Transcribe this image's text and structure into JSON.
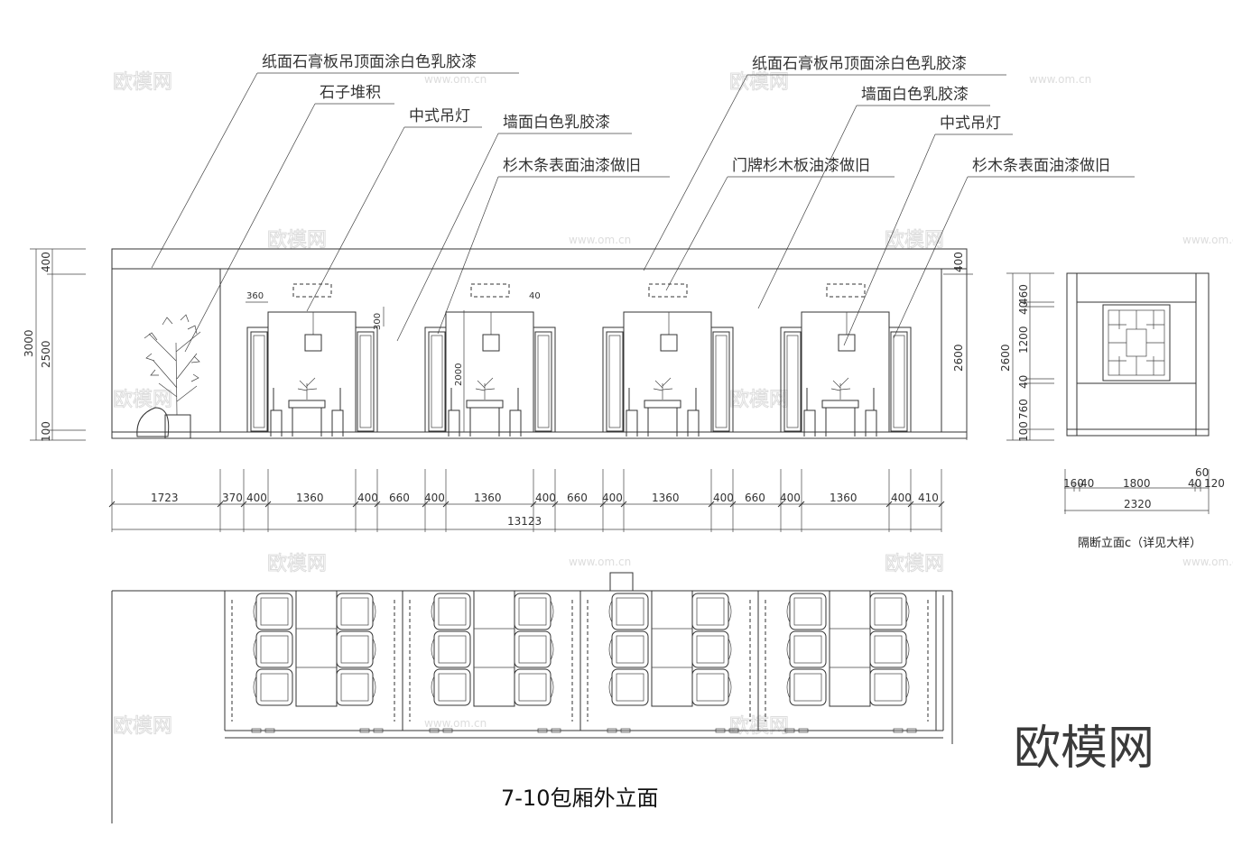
{
  "labels_left": [
    "纸面石膏板吊顶面涂白色乳胶漆",
    "石子堆积",
    "中式吊灯",
    "墙面白色乳胶漆",
    "杉木条表面油漆做旧"
  ],
  "labels_right": [
    "纸面石膏板吊顶面涂白色乳胶漆",
    "墙面白色乳胶漆",
    "中式吊灯",
    "门牌杉木板油漆做旧",
    "杉木条表面油漆做旧"
  ],
  "left_vertical_dims": {
    "overall": "3000",
    "parts": [
      "400",
      "2500",
      "100"
    ]
  },
  "right_vertical_dim": {
    "top": "400",
    "main": "2600"
  },
  "inner_dims": {
    "w360": "360",
    "h300": "300",
    "w40": "40",
    "h2000": "2000"
  },
  "bottom_dims": [
    "1723",
    "370",
    "400",
    "1360",
    "400",
    "660",
    "400",
    "1360",
    "400",
    "660",
    "400",
    "1360",
    "400",
    "660",
    "400",
    "1360",
    "400",
    "410"
  ],
  "bottom_total": "13123",
  "partition": {
    "vertical_overall": "2600",
    "vertical_parts": [
      "460",
      "40",
      "1200",
      "40",
      "760",
      "100"
    ],
    "bottom_parts": [
      "160",
      "40",
      "1800",
      "40",
      "120"
    ],
    "bottom_top_small": "60",
    "bottom_total": "2320",
    "caption": "隔断立面c（详见大样）"
  },
  "title": "7-10包厢外立面",
  "watermark": {
    "text": "欧模网",
    "url": "www.om.cn"
  }
}
